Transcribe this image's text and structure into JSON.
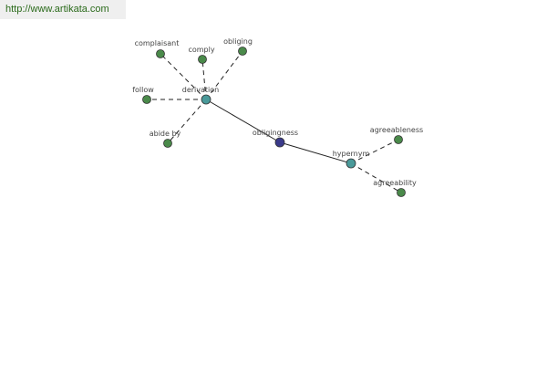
{
  "site": {
    "url": "http://www.artikata.com"
  },
  "colors": {
    "leaf": "#4a8a4a",
    "relation": "#4a9a9a",
    "center": "#3a3a8a",
    "edge": "#222222",
    "url_text": "#2a6a1a",
    "url_bg": "#efefef"
  },
  "graph": {
    "nodes": [
      {
        "id": "obligingness",
        "label": "obligingness",
        "kind": "center"
      },
      {
        "id": "derivation",
        "label": "derivation",
        "kind": "relation"
      },
      {
        "id": "hypernym",
        "label": "hypernym",
        "kind": "relation"
      },
      {
        "id": "complaisant",
        "label": "complaisant",
        "kind": "leaf"
      },
      {
        "id": "comply",
        "label": "comply",
        "kind": "leaf"
      },
      {
        "id": "obliging",
        "label": "obliging",
        "kind": "leaf"
      },
      {
        "id": "follow",
        "label": "follow",
        "kind": "leaf"
      },
      {
        "id": "abide-by",
        "label": "abide by",
        "kind": "leaf"
      },
      {
        "id": "agreeableness",
        "label": "agreeableness",
        "kind": "leaf"
      },
      {
        "id": "agreeability",
        "label": "agreeability",
        "kind": "leaf"
      }
    ],
    "edges": [
      {
        "from": "obligingness",
        "to": "derivation",
        "style": "solid"
      },
      {
        "from": "obligingness",
        "to": "hypernym",
        "style": "solid"
      },
      {
        "from": "derivation",
        "to": "complaisant",
        "style": "dashed"
      },
      {
        "from": "derivation",
        "to": "comply",
        "style": "dashed"
      },
      {
        "from": "derivation",
        "to": "obliging",
        "style": "dashed"
      },
      {
        "from": "derivation",
        "to": "follow",
        "style": "dashed"
      },
      {
        "from": "derivation",
        "to": "abide-by",
        "style": "dashed"
      },
      {
        "from": "hypernym",
        "to": "agreeableness",
        "style": "dashed"
      },
      {
        "from": "hypernym",
        "to": "agreeability",
        "style": "dashed"
      }
    ]
  }
}
